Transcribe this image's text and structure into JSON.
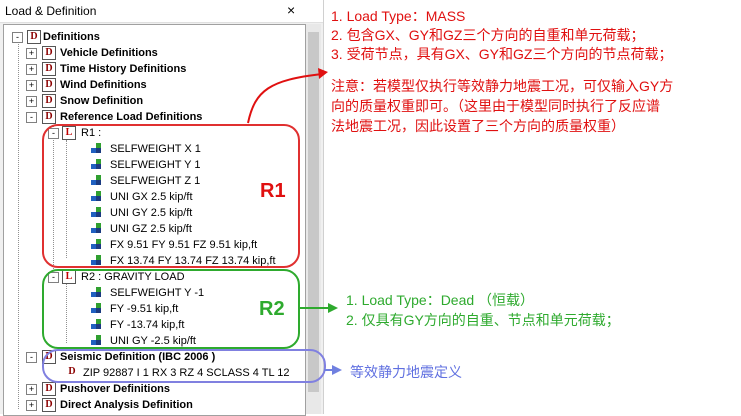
{
  "window": {
    "title": "Load & Definition",
    "close": "×"
  },
  "tree": {
    "definitions": "Definitions",
    "vehicle": "Vehicle Definitions",
    "time_history": "Time History Definitions",
    "wind": "Wind Definitions",
    "snow": "Snow Definition",
    "reference": "Reference Load Definitions",
    "r1": "R1 :",
    "r1_items": [
      "SELFWEIGHT X 1",
      "SELFWEIGHT Y 1",
      "SELFWEIGHT Z 1",
      "UNI GX 2.5 kip/ft",
      "UNI GY 2.5 kip/ft",
      "UNI GZ 2.5 kip/ft",
      "FX 9.51 FY 9.51 FZ 9.51 kip,ft",
      "FX 13.74 FY 13.74 FZ 13.74 kip,ft"
    ],
    "r2": "R2 : GRAVITY LOAD",
    "r2_items": [
      "SELFWEIGHT Y -1",
      "FY -9.51 kip,ft",
      "FY -13.74 kip,ft",
      "UNI GY -2.5 kip/ft"
    ],
    "seismic": "Seismic Definition (IBC 2006 )",
    "seismic_item": "ZIP 92887 I 1 RX 3 RZ 4 SCLASS 4 TL 12",
    "pushover": "Pushover Definitions",
    "direct": "Direct Analysis Definition"
  },
  "icons": {
    "definition": "D",
    "load": "L",
    "expand": "-",
    "collapse": "+"
  },
  "annotations": {
    "r1_label": "R1",
    "r2_label": "R2",
    "top_notes": [
      "1. Load Type：MASS",
      "2. 包含GX、GY和GZ三个方向的自重和单元荷载；",
      "3. 受荷节点，具有GX、GY和GZ三个方向的节点荷载；"
    ],
    "attention": [
      "注意：若模型仅执行等效静力地震工况，可仅输入GY方",
      "向的质量权重即可。（这里由于模型同时执行了反应谱",
      "法地震工况，因此设置了三个方向的质量权重）"
    ],
    "r2_notes": [
      "1. Load Type：Dead （恒载）",
      "2. 仅具有GY方向的自重、节点和单元荷载；"
    ],
    "seismic_note": "等效静力地震定义"
  },
  "colors": {
    "red": "#e01010",
    "green": "#2eaa2e",
    "blue": "#6070e0"
  }
}
